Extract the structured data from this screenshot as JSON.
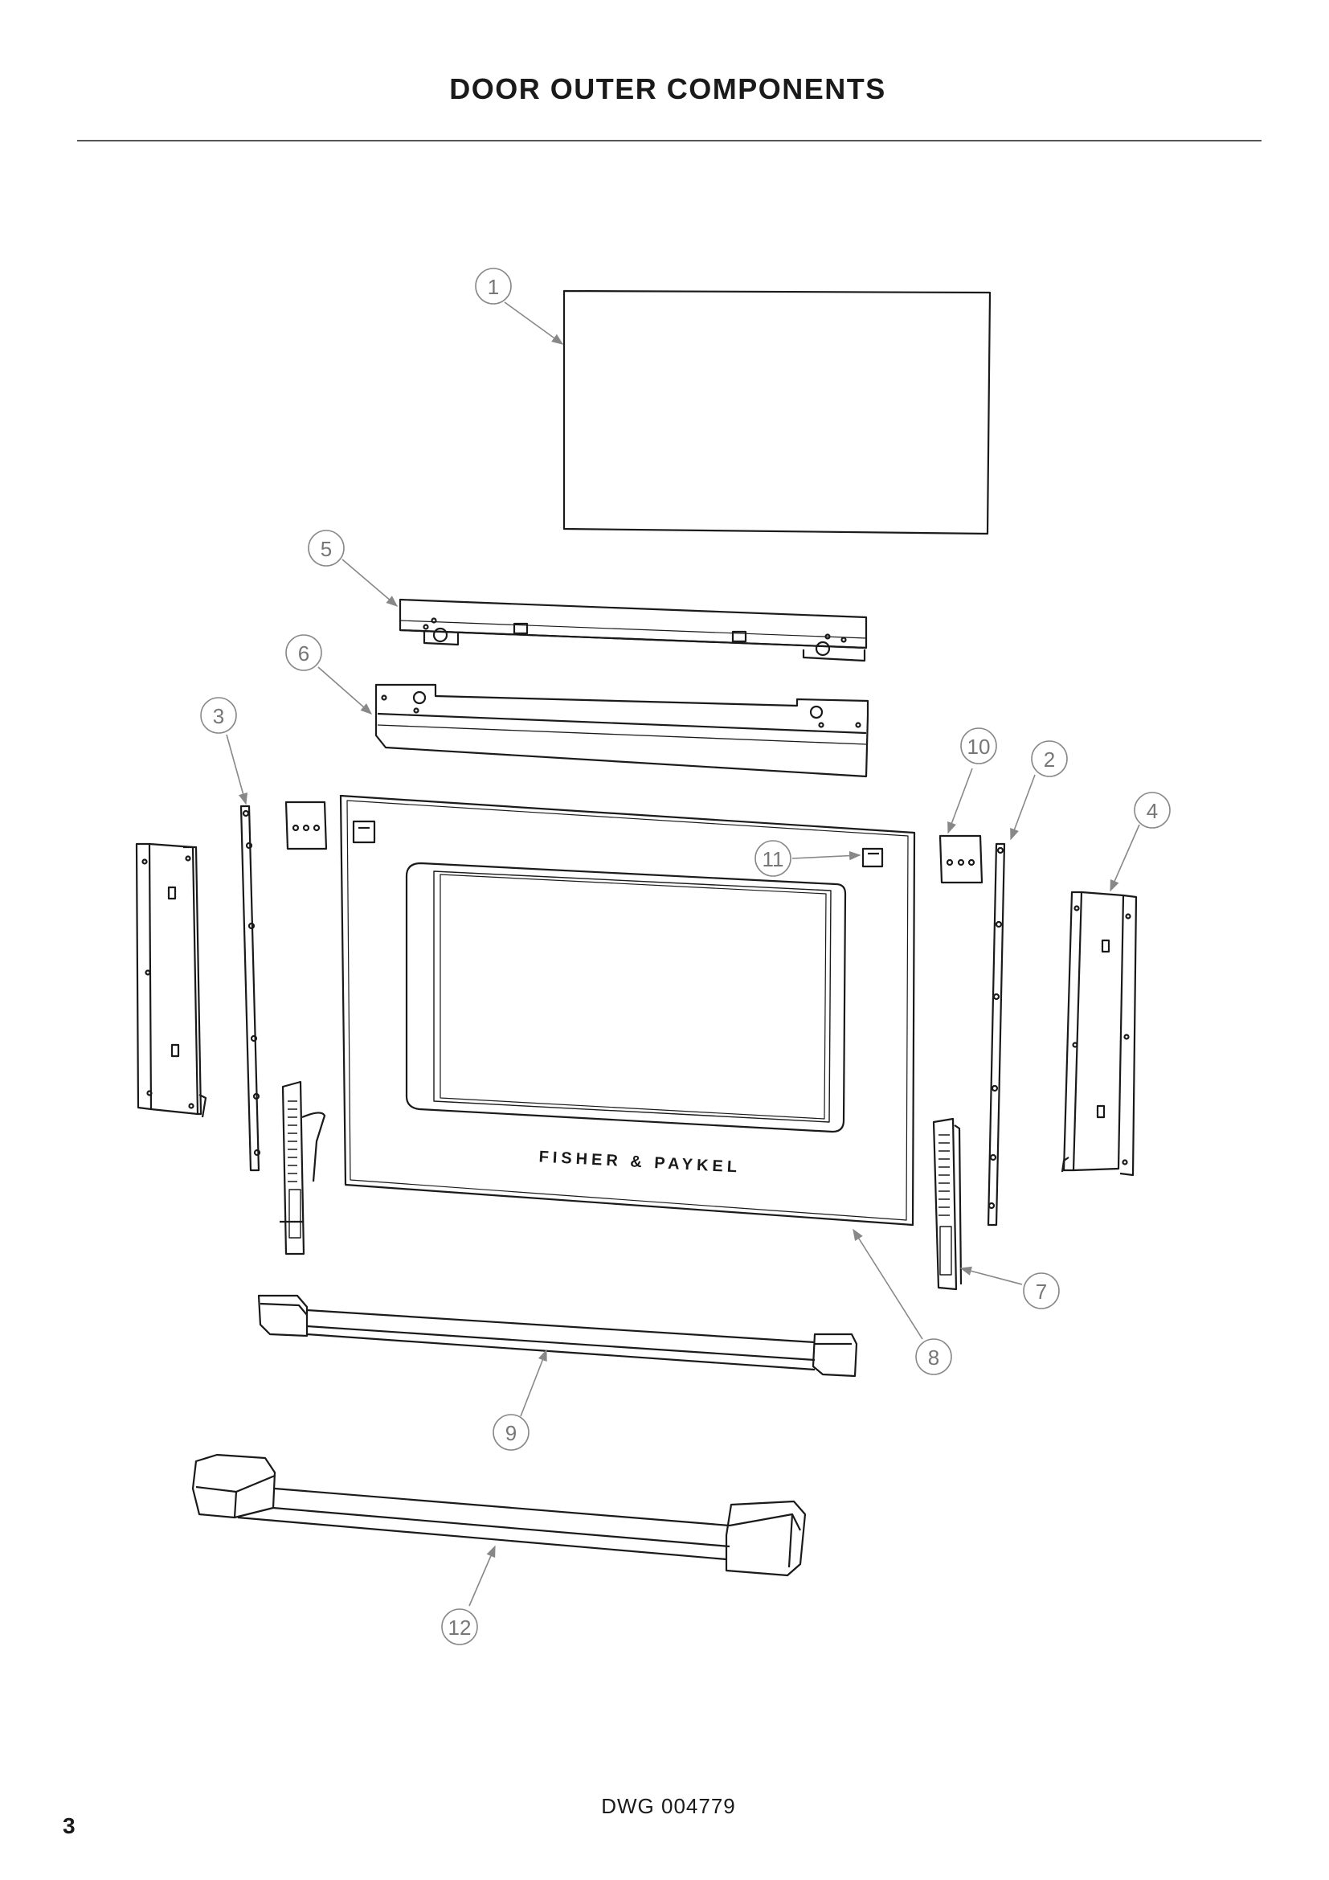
{
  "header": {
    "title": "DOOR OUTER COMPONENTS"
  },
  "diagram": {
    "brand_text": "FISHER & PAYKEL",
    "callouts": [
      "1",
      "2",
      "3",
      "4",
      "5",
      "6",
      "7",
      "8",
      "9",
      "10",
      "11",
      "12"
    ]
  },
  "footer": {
    "drawing_number": "DWG 004779",
    "page_number": "3"
  }
}
